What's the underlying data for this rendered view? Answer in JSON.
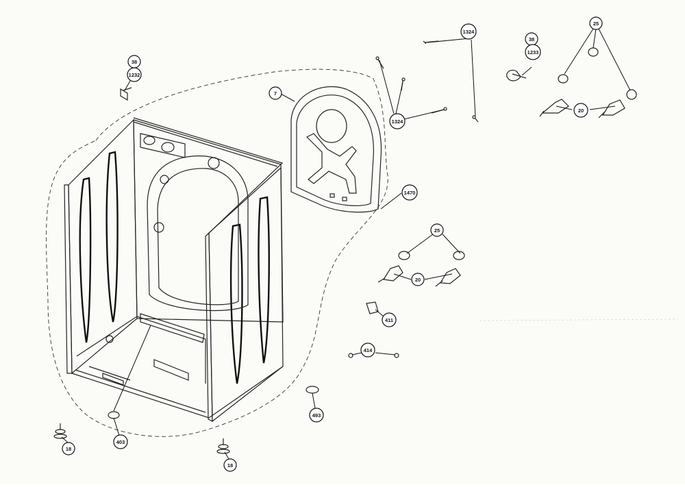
{
  "callouts": {
    "c38a": "38",
    "c1232": "1232",
    "c7": "7",
    "c1324a": "1324",
    "c1324b": "1324",
    "c38b": "38",
    "c1233": "1233",
    "c25a": "25",
    "c20a": "20",
    "c1470": "1470",
    "c25b": "25",
    "c20b": "20",
    "c411": "411",
    "c414": "414",
    "c493": "493",
    "c403": "403",
    "c18a": "18",
    "c18b": "18"
  }
}
